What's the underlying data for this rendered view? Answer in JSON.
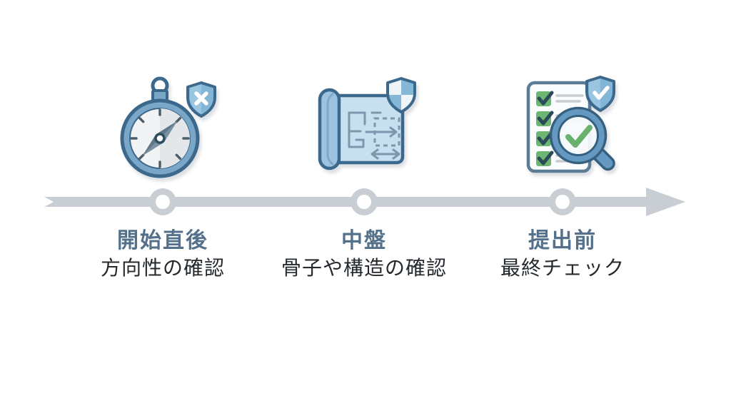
{
  "page": {
    "background": "#ffffff"
  },
  "timeline": {
    "arrow_color": "#c8ced4",
    "node_inner_color": "#ffffff",
    "title_color": "#54708a",
    "subtitle_color": "#24292e",
    "stages": [
      {
        "title": "開始直後",
        "subtitle": "方向性の確認",
        "icon": "compass-with-shield-x"
      },
      {
        "title": "中盤",
        "subtitle": "骨子や構造の確認",
        "icon": "blueprint-with-shield"
      },
      {
        "title": "提出前",
        "subtitle": "最終チェック",
        "icon": "checklist-magnifier-with-shield"
      }
    ]
  },
  "icon_palette": {
    "outline_blue": "#3c688c",
    "primary_blue": "#7aa6c8",
    "sheet_light_blue": "#c8dff0",
    "roll_blue": "#9dc3e0",
    "shield_blue": "#83b5d7",
    "shield_light": "#9ac5e1",
    "plan_line_blue": "#7d98ae",
    "check_green": "#6db671",
    "checkmark_dark": "#2c4a5a",
    "list_line_gray": "#c7ccd1",
    "needle_gray": "#5e7889",
    "magnifier_ring_blue": "#6699c2"
  }
}
